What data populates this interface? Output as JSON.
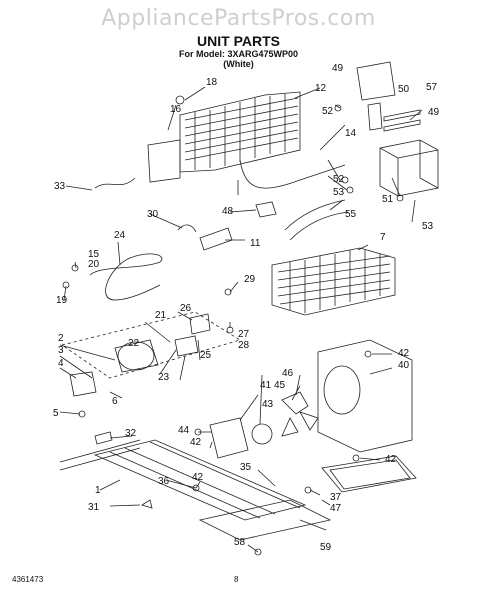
{
  "watermark": "AppliancePartsPros.com",
  "title": "UNIT PARTS",
  "model_line": "For Model: 3XARG475WP00",
  "color_line": "(White)",
  "document_number": "4361473",
  "page_number": "8",
  "callouts": [
    "1",
    "2",
    "3",
    "4",
    "5",
    "6",
    "7",
    "11",
    "12",
    "14",
    "15",
    "16",
    "18",
    "19",
    "20",
    "21",
    "22",
    "23",
    "24",
    "25",
    "26",
    "27",
    "28",
    "29",
    "30",
    "31",
    "32",
    "33",
    "35",
    "36",
    "37",
    "40",
    "41",
    "42",
    "43",
    "44",
    "45",
    "46",
    "47",
    "48",
    "49",
    "50",
    "51",
    "52",
    "53",
    "55",
    "57",
    "58",
    "59"
  ]
}
